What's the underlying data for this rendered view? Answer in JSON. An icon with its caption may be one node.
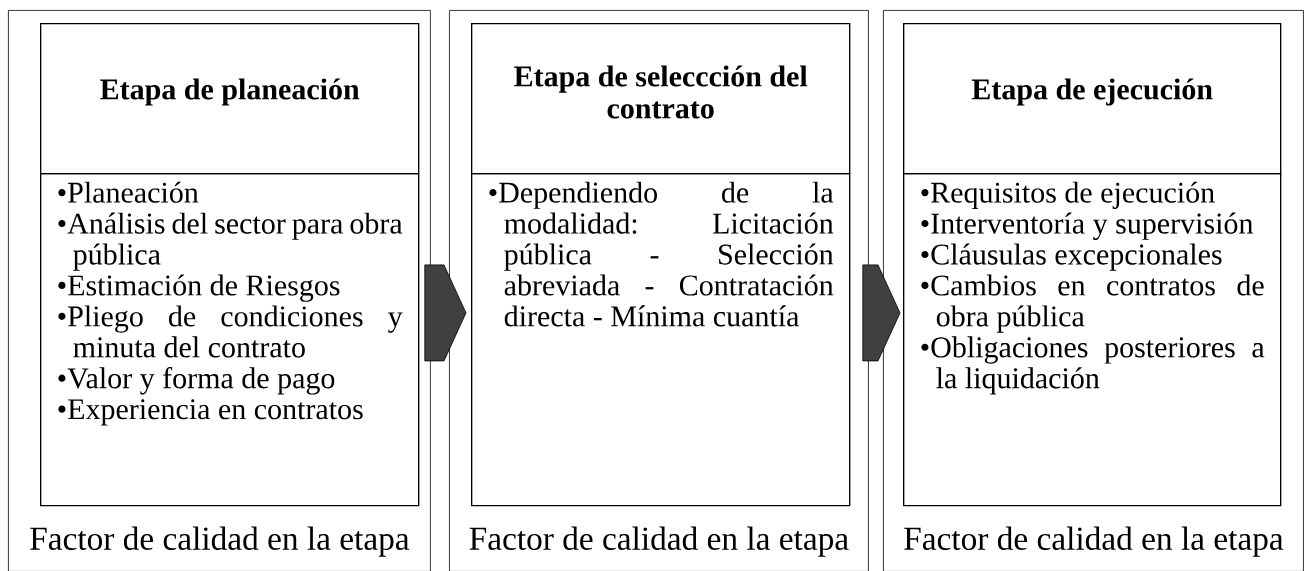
{
  "diagram": {
    "nodes": [
      {
        "text": [
          "Factor de calidad en la etapa"
        ]
      },
      {
        "text": [
          "Etapa de planeación"
        ],
        "in": 0
      },
      {
        "text": [
          "•Planeación",
          "•Análisis del sector para obra pública",
          "•Estimación de Riesgos",
          "•Pliego de condiciones y minuta del contrato",
          "•Valor y forma de pago",
          "•Experiencia en contratos"
        ],
        "in": 0
      },
      {
        "text": [
          "Factor de calidad en la etapa"
        ]
      },
      {
        "text": [
          "Etapa de seleccción del contrato"
        ],
        "in": 3
      },
      {
        "text": [
          "•Dependiendo de la modalidad: Licitación pública - Selección abreviada - Contratación directa - Mínima cuantía"
        ],
        "in": 3
      },
      {
        "text": [
          "Factor de calidad en la etapa"
        ]
      },
      {
        "text": [
          "Etapa de ejecución"
        ],
        "in": 6
      },
      {
        "text": [
          "•Requisitos de ejecución",
          "•Interventoría y supervisión",
          "•Cláusulas excepcionales",
          "•Cambios en contratos de obra pública",
          "•Obligaciones posteriores a la liquidación"
        ],
        "in": 6
      }
    ],
    "edges": [
      {
        "from": 0,
        "to": 3,
        "arrow": "to"
      },
      {
        "from": 3,
        "to": 6,
        "arrow": "to"
      }
    ]
  }
}
